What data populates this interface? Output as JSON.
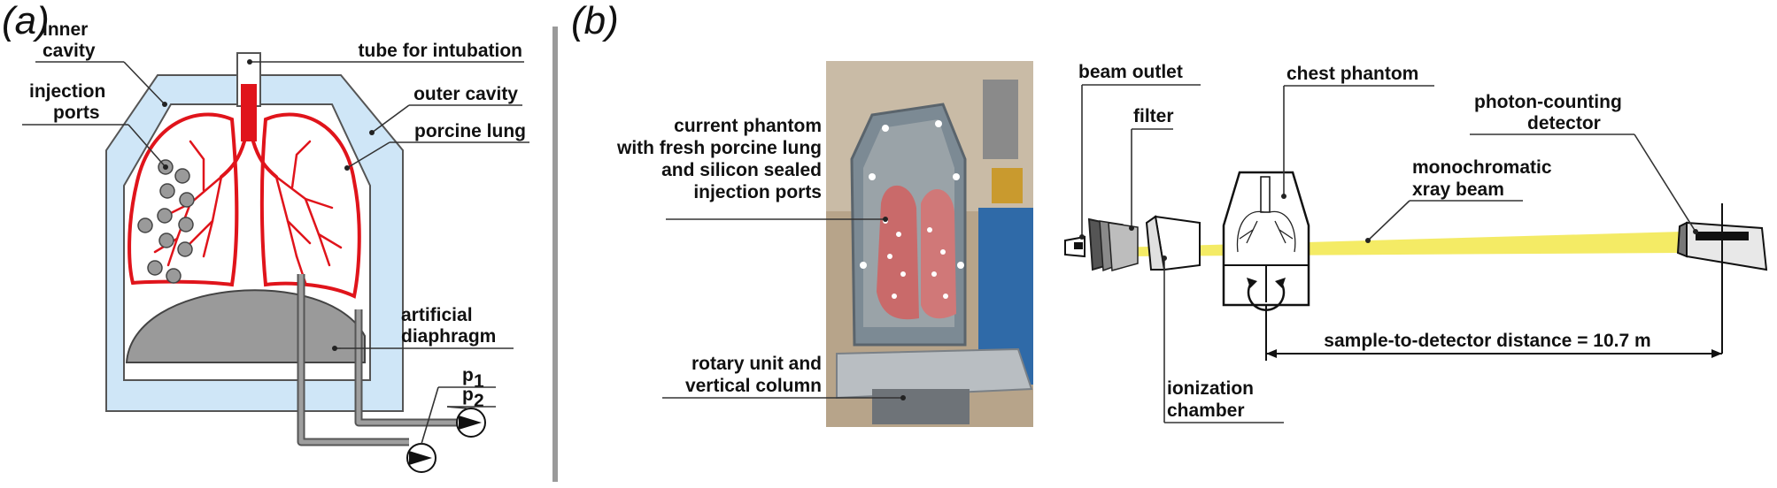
{
  "panels": {
    "a": {
      "letter": "(a)",
      "labels": {
        "inner_cavity_l1": "inner",
        "inner_cavity_l2": "cavity",
        "tube": "tube for intubation",
        "injection_l1": "injection",
        "injection_l2": "ports",
        "outer_cavity": "outer cavity",
        "porcine_lung": "porcine lung",
        "diaphragm_l1": "artificial",
        "diaphragm_l2": "diaphragm",
        "p1": "p",
        "p1_sub": "1",
        "p2": "p",
        "p2_sub": "2"
      }
    },
    "b": {
      "letter": "(b)",
      "labels": {
        "phantom_l1": "current phantom",
        "phantom_l2": "with fresh porcine lung",
        "phantom_l3": "and silicon sealed",
        "phantom_l4": "injection ports",
        "rotary_l1": "rotary unit and",
        "rotary_l2": "vertical column",
        "beam_outlet": "beam outlet",
        "filter": "filter",
        "chest_phantom": "chest phantom",
        "detector_l1": "photon-counting",
        "detector_l2": "detector",
        "xray_l1": "monochromatic",
        "xray_l2": "xray beam",
        "ionization_l1": "ionization",
        "ionization_l2": "chamber",
        "distance": "sample-to-detector distance = 10.7 m"
      }
    }
  },
  "colors": {
    "cavity_fill": "#cfe6f7",
    "vessel": "#e0141b",
    "beam": "#f2e84a",
    "diaphragm": "#9a9a9a",
    "divider": "#9a9a9a"
  }
}
